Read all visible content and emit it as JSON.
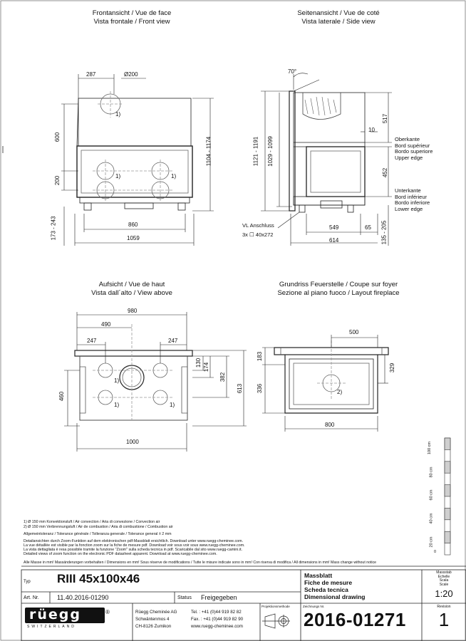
{
  "views": {
    "front": {
      "title1": "Frontansicht / Vue de face",
      "title2": "Vista frontale / Front view"
    },
    "side": {
      "title1": "Seitenansicht / Vue de coté",
      "title2": "Vista laterale / Side view"
    },
    "top": {
      "title1": "Aufsicht / Vue de haut",
      "title2": "Vista dall´alto / View above"
    },
    "layout": {
      "title1": "Grundriss Feuerstelle / Coupe sur foyer",
      "title2": "Sezione al piano fuoco / Layout fireplace"
    }
  },
  "front_dims": {
    "d287": "287",
    "d200top": "Ø200",
    "d600": "600",
    "d200": "200",
    "d173": "173 - 243",
    "d1104": "1104 - 1174",
    "d860": "860",
    "d1059": "1059",
    "m1": "1)",
    "m2": "1)",
    "m3": "1)"
  },
  "side_dims": {
    "angle": "70°",
    "d1121": "1121 - 1191",
    "d1029": "1029 - 1099",
    "d517": "517",
    "d10": "10",
    "d452": "452",
    "d549": "549",
    "d65": "65",
    "d614": "614",
    "d135": "135 - 205",
    "upper": [
      "Oberkante",
      "Bord supérieur",
      "Bordo superiore",
      "Upper edge"
    ],
    "lower": [
      "Unterkante",
      "Bord inférieur",
      "Bordo inferiore",
      "Lower edge"
    ],
    "vl1": "VL Anschluss",
    "vl2": "3x ☐ 40x272"
  },
  "top_dims": {
    "d980": "980",
    "d490": "490",
    "d247a": "247",
    "d247b": "247",
    "d460": "460",
    "d130": "130",
    "d174": "174",
    "d382": "382",
    "d613": "613",
    "d1000": "1000",
    "m1": "1)",
    "m2": "1)",
    "m3": "1)"
  },
  "layout_dims": {
    "d500": "500",
    "d183": "183",
    "d329": "329",
    "d336": "336",
    "d800": "800",
    "m2": "2)"
  },
  "scale_labels": [
    "100 cm",
    "80 cm",
    "60 cm",
    "40 cm",
    "20 cm",
    "0"
  ],
  "notes": [
    "1)  Ø 150 mm Konvektionsluft / Air convection / Aria di convezione / Convection air",
    "2)  Ø 150 mm Verbrennungsluft / Air de combustion / Aria di combustione / Combustion air",
    "Allgemeintoleranz / Tolerance générale / Tolleranza generale / Tolerance general ± 2 mm",
    "Detailansichten durch Zoom-Funktion auf dem elektronischen pdf-Massblatt ersichtlich. Download unter www.ruegg-cheminee.com.",
    "La vue détaillée est visible par la fonction zoom sur la fiche de mesure pdf. Download voir sous voir sous www.ruegg-cheminee.com.",
    "La vista dettagliata è resa possibile tramite la funzione \"Zoom\" sulla scheda tecnica in pdf. Scaricabile dal sito www.ruegg-camini.it.",
    "Detailed views of zoom function on the electronic PDF datasheet apparent. Download at www.ruegg-cheminee.com."
  ],
  "all_dims_note": "Alle Masse in mm! Massänderungen vorbehalten / Dimensions en mm! Sous réserve de modifications / Tutte le misure indicate sono in mm! Con riserva di modifica / All dimensions in mm! Mass change without notice",
  "title_block": {
    "typ_label": "Typ",
    "typ_value": "RIII 45x100x46",
    "art_label": "Art. Nr.",
    "art_value": "11.40.2016-01290",
    "status_label": "Status",
    "status_value": "Freigegeben",
    "doc_type": [
      "Massblatt",
      "Fiche de mesure",
      "Scheda tecnica",
      "Dimensional drawing"
    ],
    "scale_label": [
      "Massstab",
      "Echelle",
      "Scala",
      "Scale"
    ],
    "scale_value": "1:20",
    "company": [
      "Rüegg Cheminée AG",
      "Schwäntenmos 4",
      "CH-8126 Zumikon"
    ],
    "contact": [
      "Tel.  : +41 (0)44 919 82 82",
      "Fax. : +41 (0)44 919 82 90",
      "www.ruegg-cheminee.com"
    ],
    "projection_label": "Projektionsmethode",
    "drawing_no_label": "Zeichnungs Nr.",
    "drawing_no": "2016-01271",
    "revision_label": "Revision",
    "revision": "1",
    "logo": "rüegg",
    "logo_sub": "SWITZERLAND",
    "reg": "®"
  }
}
